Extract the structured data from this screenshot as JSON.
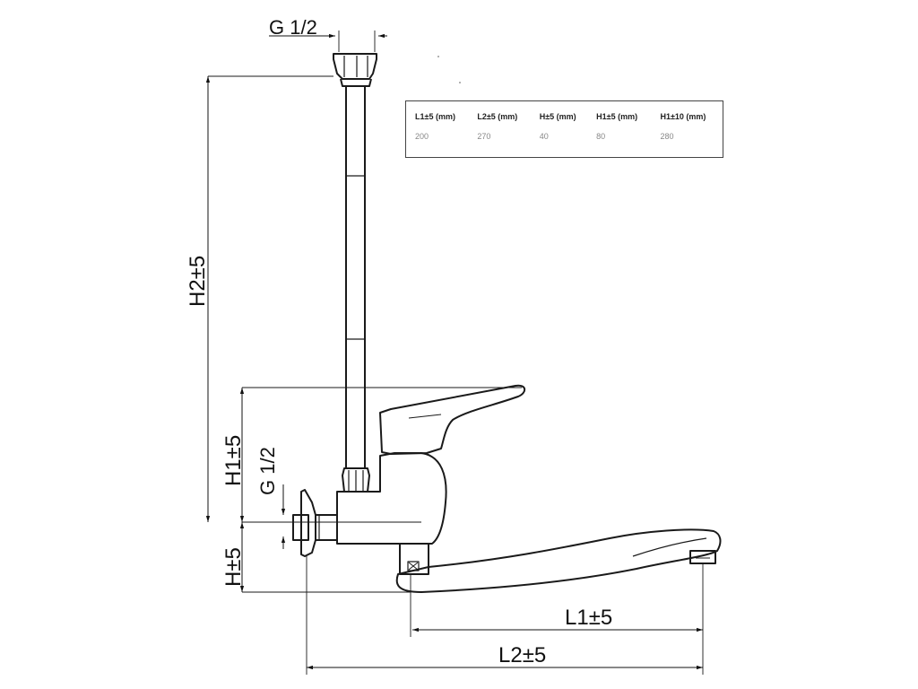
{
  "dimensions": {
    "g_top": "G 1/2",
    "h2": "H2±5",
    "h1": "H1±5",
    "g_side": "G 1/2",
    "h": "H±5",
    "l1": "L1±5",
    "l2": "L2±5"
  },
  "table": {
    "headers": [
      "L1±5 (mm)",
      "L2±5 (mm)",
      "H±5 (mm)",
      "H1±5 (mm)",
      "H1±10 (mm)"
    ],
    "values": [
      "200",
      "270",
      "40",
      "80",
      "280"
    ]
  },
  "colors": {
    "line": "#1a1a1a",
    "table_value": "#888888"
  }
}
